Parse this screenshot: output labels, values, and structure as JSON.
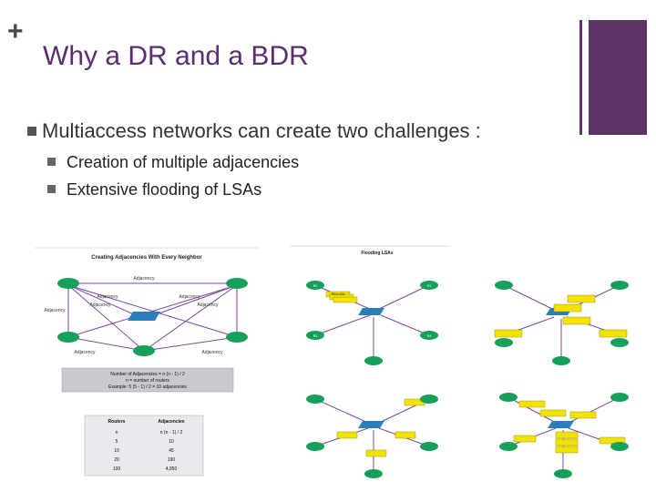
{
  "slide": {
    "plus": "+",
    "title": "Why a DR and a BDR",
    "bullet": "Multiaccess networks can create two challenges :",
    "subbullets": [
      "Creation of multiple adjacencies",
      "Extensive flooding of LSAs"
    ]
  },
  "fig_left": {
    "title": "Creating Adjacencies With Every Neighbor",
    "edge_labels": [
      "Adjacency",
      "Adjacency",
      "Adjacency",
      "Adjacency",
      "Adjacency",
      "Adjacency",
      "Adjacency",
      "Adjacency"
    ],
    "formula": [
      "Number of Adjacencies = n (n - 1) / 2",
      "n = number of routers",
      "Example: 5 (5 - 1) / 2 = 10 adjacencies"
    ],
    "table": {
      "headers": [
        "Routers",
        "Adjacencies"
      ],
      "rows": [
        [
          "n",
          "n (n - 1) / 2"
        ],
        [
          "5",
          "10"
        ],
        [
          "10",
          "45"
        ],
        [
          "20",
          "190"
        ],
        [
          "100",
          "4,950"
        ]
      ]
    }
  },
  "fig_right": {
    "title": "Flooding LSAs",
    "lsa_label": "R2's LSA",
    "router_labels": [
      "R2",
      "R1",
      "R3",
      "R4"
    ]
  },
  "colors": {
    "accent": "#5d3466",
    "title": "#5b2c6f",
    "router": "#16a05a",
    "edge": "#7b4a9e",
    "lsa": "#f2e200"
  }
}
